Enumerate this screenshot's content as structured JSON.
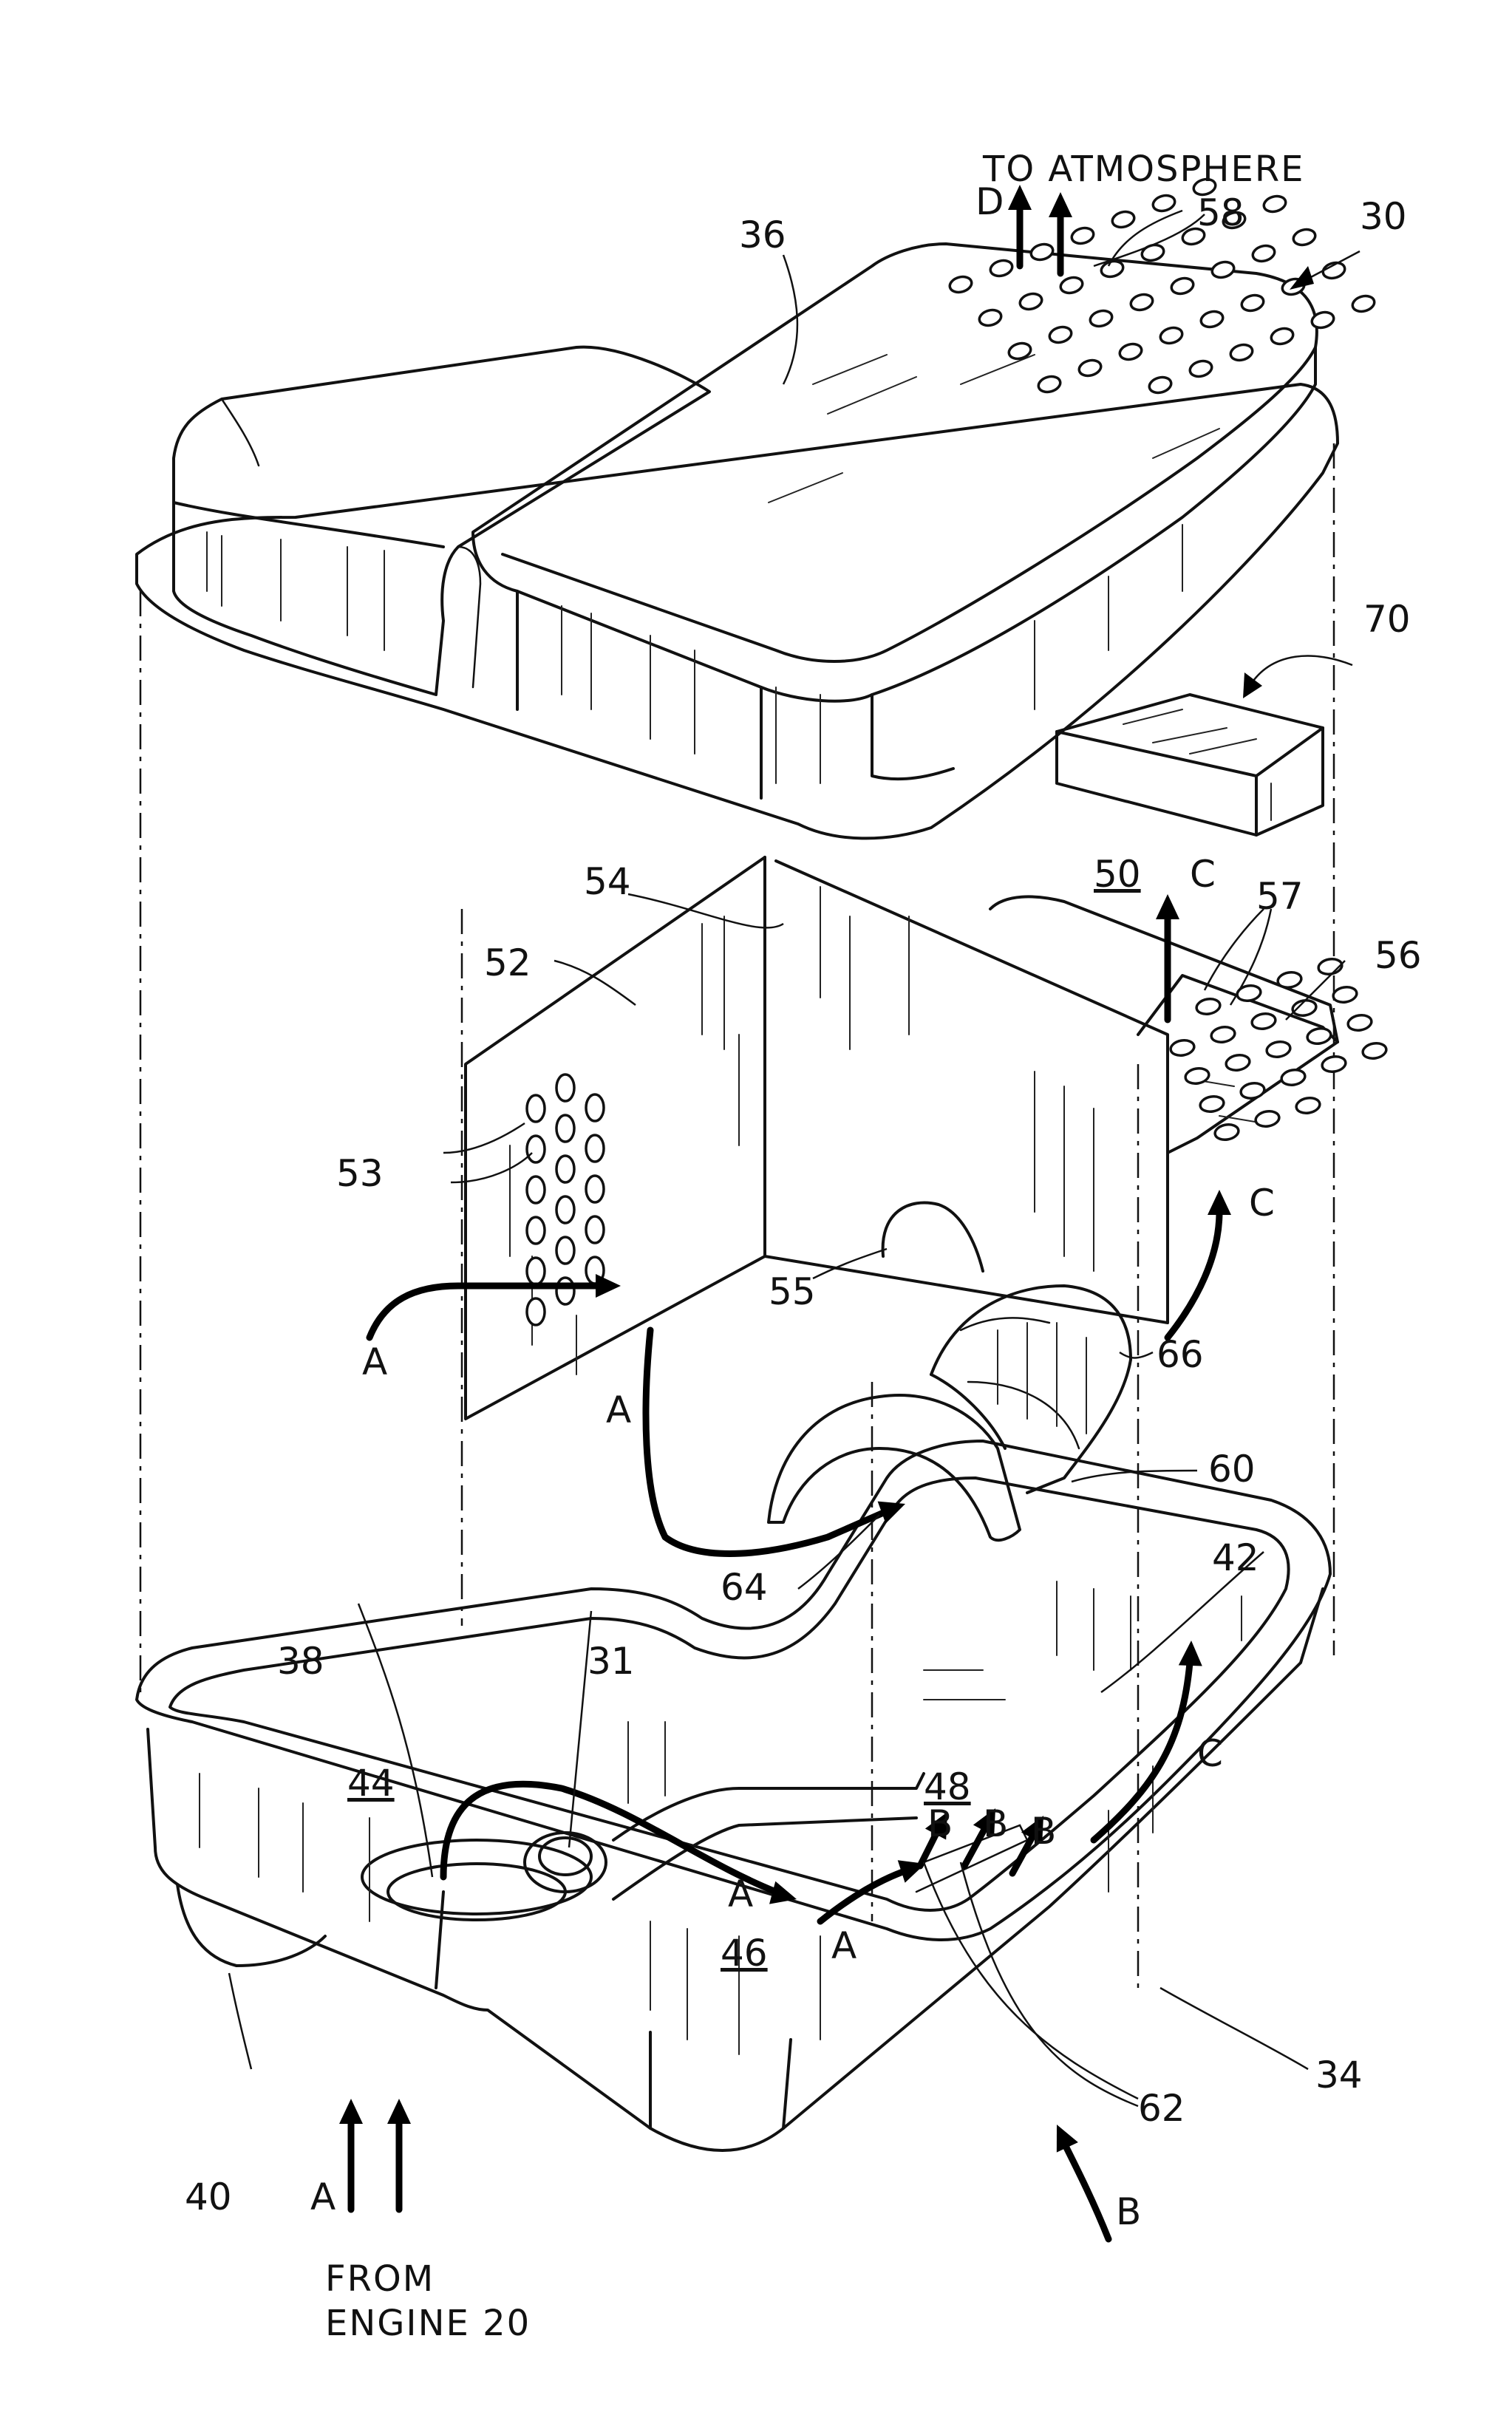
{
  "annotations": {
    "to_atmosphere": "TO ATMOSPHERE",
    "from_engine_line1": "FROM",
    "from_engine_line2": "ENGINE 20"
  },
  "reference_numerals": {
    "r30": "30",
    "r36": "36",
    "r58": "58",
    "r70": "70",
    "r50": "50",
    "r52": "52",
    "r54": "54",
    "r57": "57",
    "r56": "56",
    "r53": "53",
    "r55": "55",
    "r66": "66",
    "r60": "60",
    "r64": "64",
    "r42": "42",
    "r38": "38",
    "r31": "31",
    "r44": "44",
    "r48": "48",
    "r46": "46",
    "r34": "34",
    "r62": "62",
    "r40": "40"
  },
  "flow_labels": {
    "A": "A",
    "B": "B",
    "C": "C",
    "D": "D"
  }
}
